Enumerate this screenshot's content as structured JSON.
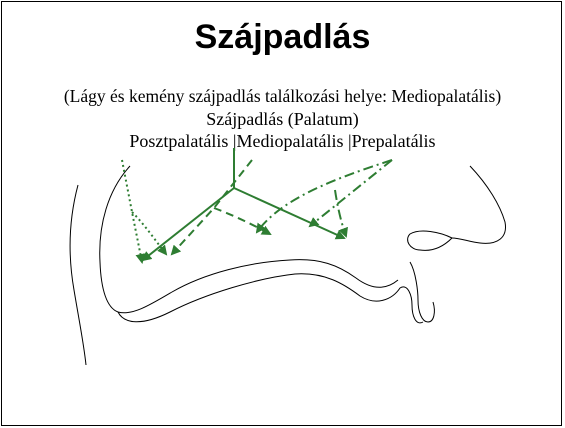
{
  "title": "Szájpadlás",
  "subtitle": "(Lágy és kemény szájpadlás találkozási helye: Mediopalatális)",
  "label_main": "Szájpadlás (Palatum)",
  "regions": {
    "post": "Posztpalatális ",
    "sep1": "|",
    "medio": "Mediopalatális ",
    "sep2": "|",
    "pre": "Prepalatális"
  },
  "colors": {
    "arrow": "#2e7d32",
    "outline": "#000000"
  }
}
